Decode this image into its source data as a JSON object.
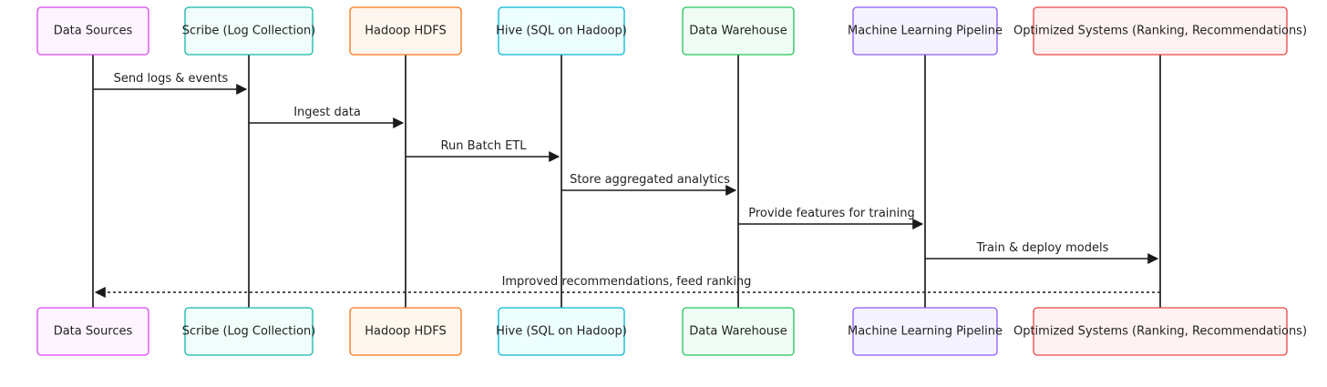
{
  "participants": [
    {
      "id": "data-sources",
      "label": "Data Sources",
      "color": "#d946ef",
      "fill": "#fdf4ff"
    },
    {
      "id": "scribe",
      "label": "Scribe (Log Collection)",
      "color": "#14b8a6",
      "fill": "#f0fdfa"
    },
    {
      "id": "hdfs",
      "label": "Hadoop HDFS",
      "color": "#f97316",
      "fill": "#fff7ed"
    },
    {
      "id": "hive",
      "label": "Hive (SQL on Hadoop)",
      "color": "#06b6d4",
      "fill": "#ecfeff"
    },
    {
      "id": "warehouse",
      "label": "Data Warehouse",
      "color": "#22c55e",
      "fill": "#f0fdf4"
    },
    {
      "id": "ml",
      "label": "Machine Learning Pipeline",
      "color": "#8b5cf6",
      "fill": "#f5f3ff"
    },
    {
      "id": "optimized",
      "label": "Optimized Systems (Ranking, Recommendations)",
      "color": "#ef4444",
      "fill": "#fef2f2"
    }
  ],
  "messages": [
    {
      "from": 0,
      "to": 1,
      "label": "Send logs & events",
      "style": "solid"
    },
    {
      "from": 1,
      "to": 2,
      "label": "Ingest data",
      "style": "solid"
    },
    {
      "from": 2,
      "to": 3,
      "label": "Run Batch ETL",
      "style": "solid"
    },
    {
      "from": 3,
      "to": 4,
      "label": "Store aggregated analytics",
      "style": "solid"
    },
    {
      "from": 4,
      "to": 5,
      "label": "Provide features for training",
      "style": "solid"
    },
    {
      "from": 5,
      "to": 6,
      "label": "Train & deploy models",
      "style": "solid"
    },
    {
      "from": 6,
      "to": 0,
      "label": "Improved recommendations, feed ranking",
      "style": "dotted"
    }
  ]
}
